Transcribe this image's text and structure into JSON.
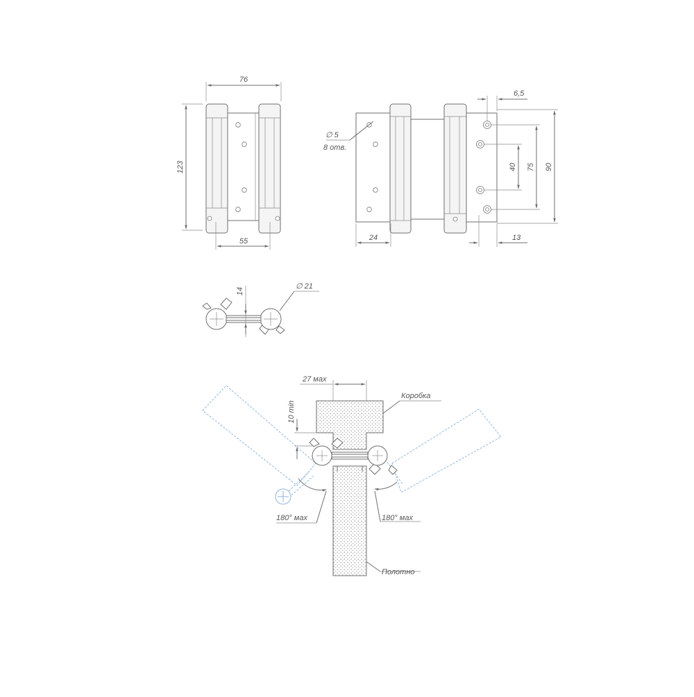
{
  "front_view": {
    "width_overall": "76",
    "height": "123",
    "width_inner": "55"
  },
  "side_view": {
    "hole_diameter": "∅ 5",
    "hole_count": "8 отв.",
    "offset_top": "6,5",
    "height_overall": "90",
    "hole_spacing_outer": "75",
    "hole_spacing_inner": "40",
    "leaf_width_left": "24",
    "leaf_width_right": "13"
  },
  "top_view": {
    "leaf_thickness": "14",
    "knuckle_diameter": "∅ 21"
  },
  "install_view": {
    "frame_offset": "27 мах",
    "min_gap": "10 min",
    "label_frame": "Коробка",
    "label_door": "Полотно",
    "swing_left": "180° мах",
    "swing_right": "180° мах"
  },
  "colors": {
    "line": "#6e6e6e",
    "open_position": "#8fb6dd"
  }
}
